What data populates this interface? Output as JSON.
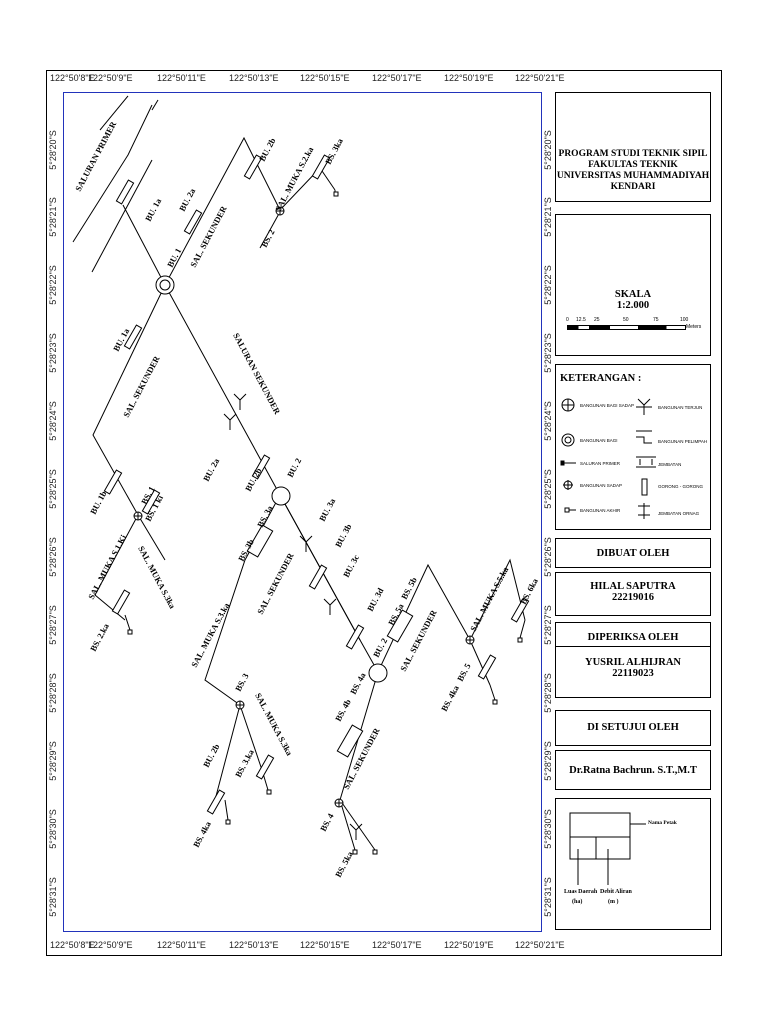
{
  "coords": {
    "top": [
      "122°50'8\"E",
      "122°50'9\"E",
      "122°50'11\"E",
      "122°50'13\"E",
      "122°50'15\"E",
      "122°50'17\"E",
      "122°50'19\"E",
      "122°50'21\"E"
    ],
    "bottom": [
      "122°50'8\"E",
      "122°50'9\"E",
      "122°50'11\"E",
      "122°50'13\"E",
      "122°50'15\"E",
      "122°50'17\"E",
      "122°50'19\"E",
      "122°50'21\"E"
    ],
    "left": [
      "5°28'20\"S",
      "5°28'21\"S",
      "5°28'22\"S",
      "5°28'23\"S",
      "5°28'24\"S",
      "5°28'25\"S",
      "5°28'26\"S",
      "5°28'27\"S",
      "5°28'28\"S",
      "5°28'29\"S",
      "5°28'30\"S",
      "5°28'31\"S"
    ],
    "right": [
      "5°28'20\"S",
      "5°28'21\"S",
      "5°28'22\"S",
      "5°28'23\"S",
      "5°28'24\"S",
      "5°28'25\"S",
      "5°28'26\"S",
      "5°28'27\"S",
      "5°28'28\"S",
      "5°28'29\"S",
      "5°28'30\"S",
      "5°28'31\"S"
    ]
  },
  "title_block": {
    "line1": "PROGRAM STUDI TEKNIK SIPIL",
    "line2": "FAKULTAS TEKNIK",
    "line3": "UNIVERSITAS MUHAMMADIYAH KENDARI"
  },
  "scale": {
    "label": "SKALA",
    "value": "1:2.000",
    "ticks": [
      "0",
      "12.5",
      "25",
      "50",
      "75",
      "100"
    ],
    "unit": "Meters"
  },
  "legend": {
    "title": "KETERANGAN :",
    "items": {
      "bangunan_bagi_sadap": "BANGUNAN BAGI SADAP",
      "bangunan_bagi": "BANGUNAN BAGI",
      "saluran_primer": "SALURAN PRIMER",
      "bangunan_sadap": "BANGUNAN SADAP",
      "bangunan_akhir": "BANGUNAN AKHIR",
      "bangunan_terjun": "BANGUNAN TERJUN",
      "bangunan_pelimpah": "BANGUNAN PELIMPAH",
      "jembatan": "JEMBATAN",
      "gorong_gorong": "GORONG - GORONG",
      "jembatan_orang": "JEMBATAN ORNAG"
    }
  },
  "made_by": {
    "label": "DIBUAT OLEH",
    "name": "HILAL SAPUTRA",
    "id": "22219016"
  },
  "checked_by": {
    "label": "DIPERIKSA OLEH",
    "name": "YUSRIL ALHIJRAN",
    "id": "22119023"
  },
  "approved_by": {
    "label": "DI SETUJUI OLEH",
    "name": "Dr.Ratna Bachrun. S.T.,M.T"
  },
  "petak_legend": {
    "nama_petak": "Nama Petak",
    "luas_daerah": "Luas Daerah",
    "luas_unit": "(ha)",
    "debit_aliran": "Debit Aliran",
    "debit_unit": "(m  )"
  },
  "map_labels": {
    "saluran_primer": "SALURAN PRIMER",
    "bu1a_top": "BU. 1a",
    "bu2a_top": "BU. 2a",
    "bu1": "BU. 1",
    "sal_sekunder_1": "SAL. SEKUNDER",
    "bu2b_top": "BU. 2b",
    "sal_muka_21ka": "SAL. MUKA S.2.ka",
    "bs3ka_top": "BS. 3ka",
    "bs2": "BS. 2",
    "bu1a_mid": "BU. 1a",
    "sal_sekunder_2": "SAL. SEKUNDER",
    "saluran_sekunder": "SALURAN SEKUNDER",
    "bu2a_mid": "BU. 2a",
    "bu1b": "BU. 1b",
    "bs1": "BS. 1",
    "bs1ki": "BS. 1 ki",
    "sal_muka_s1ki": "SAL. MUKA S.1.Ki",
    "sal_muka_s3ka_a": "SAL. MUKA S.3ka",
    "bs2ka": "BS. 2.ka",
    "bu2b_mid": "BU. 2b",
    "bs3b": "BS. 3b",
    "bs3a": "BS. 3a",
    "bu2": "BU. 2",
    "sal_sekunder_3": "SAL. SEKUNDER",
    "bu3a": "BU. 3a",
    "bu3b": "BU. 3b",
    "bu3c": "BU. 3c",
    "bu3d": "BU. 3d",
    "sal_muka_s3ka_b": "SAL. MUKA S.3.ka",
    "bs3": "BS. 3",
    "sal_muka_s3ka_c": "SAL. MUKA S.3ka",
    "bu2b_low": "BU. 2b",
    "bs3ka_low": "BS. 3.ka",
    "bs4ka_low": "BS. 4ka",
    "bu2_low": "BU. 2",
    "bs5a": "BS. 5a",
    "bs5b": "BS. 5b",
    "sal_sekunder_4": "SAL. SEKUNDER",
    "sal_muka_s5ka": "SAL. MUKA S.5.ka",
    "bs6ka": "BS. 6ka",
    "bs5": "BS. 5",
    "bs4ka_r": "BS. 4ka",
    "bs4b": "BS. 4b",
    "bs4a": "BS. 4a",
    "sal_sekunder_5": "SAL. SEKUNDER",
    "bs4": "BS. 4",
    "bs5ka": "BS. 5ka"
  }
}
